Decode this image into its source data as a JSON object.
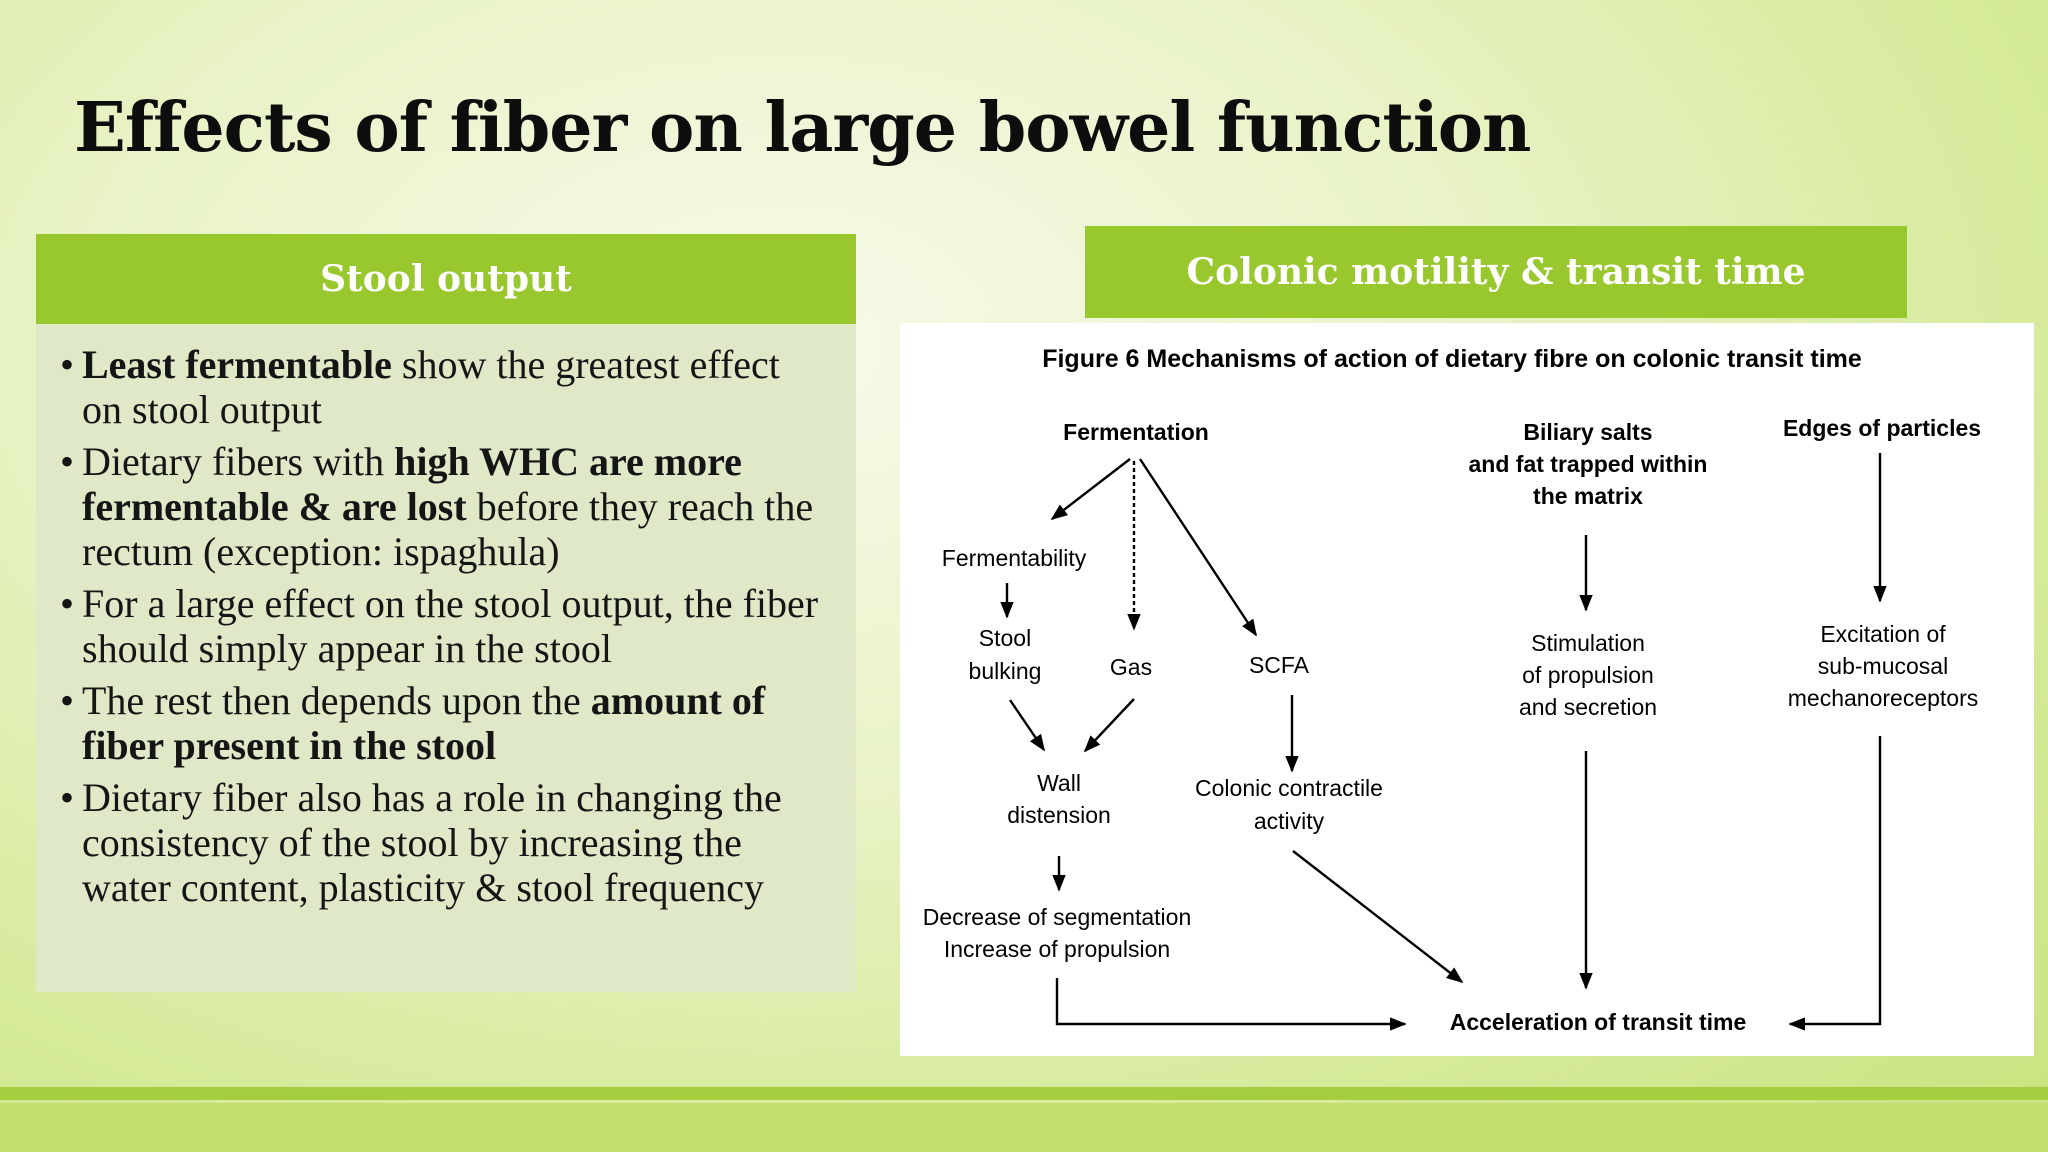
{
  "slide": {
    "title": "Effects of fiber on large bowel function"
  },
  "left_panel": {
    "heading": "Stool output",
    "bullets": [
      {
        "b1_bold": "Least fermentable",
        "b1_rest": " show the greatest effect on stool output"
      },
      {
        "b2_pre": "Dietary fibers with ",
        "b2_bold": "high WHC are more fermentable & are lost",
        "b2_post": " before they reach the rectum (exception: ispaghula)"
      },
      {
        "b3_text": "For a large effect on the stool output, the fiber should simply appear in the stool"
      },
      {
        "b4_pre": "The rest then depends upon the ",
        "b4_bold": "amount of fiber present in the stool"
      },
      {
        "b5_text": "Dietary fiber also has a role in changing the consistency of the stool by increasing the water content, plasticity & stool frequency"
      }
    ]
  },
  "right_panel": {
    "heading": "Colonic motility & transit time"
  },
  "figure": {
    "caption": "Figure 6 Mechanisms of action of dietary fibre on colonic transit time",
    "nodes": {
      "fermentation": "Fermentation",
      "biliary_1": "Biliary salts",
      "biliary_2": "and fat trapped within",
      "biliary_3": "the matrix",
      "edges": "Edges of particles",
      "fermentability": "Fermentability",
      "stool_1": "Stool",
      "stool_2": "bulking",
      "gas": "Gas",
      "scfa": "SCFA",
      "stim_1": "Stimulation",
      "stim_2": "of propulsion",
      "stim_3": "and secretion",
      "excit_1": "Excitation of",
      "excit_2": "sub-mucosal",
      "excit_3": "mechanoreceptors",
      "wall_1": "Wall",
      "wall_2": "distension",
      "colonic_1": "Colonic contractile",
      "colonic_2": "activity",
      "decrease_1": "Decrease of segmentation",
      "decrease_2": "Increase of propulsion",
      "accel": "Acceleration of transit time"
    }
  }
}
